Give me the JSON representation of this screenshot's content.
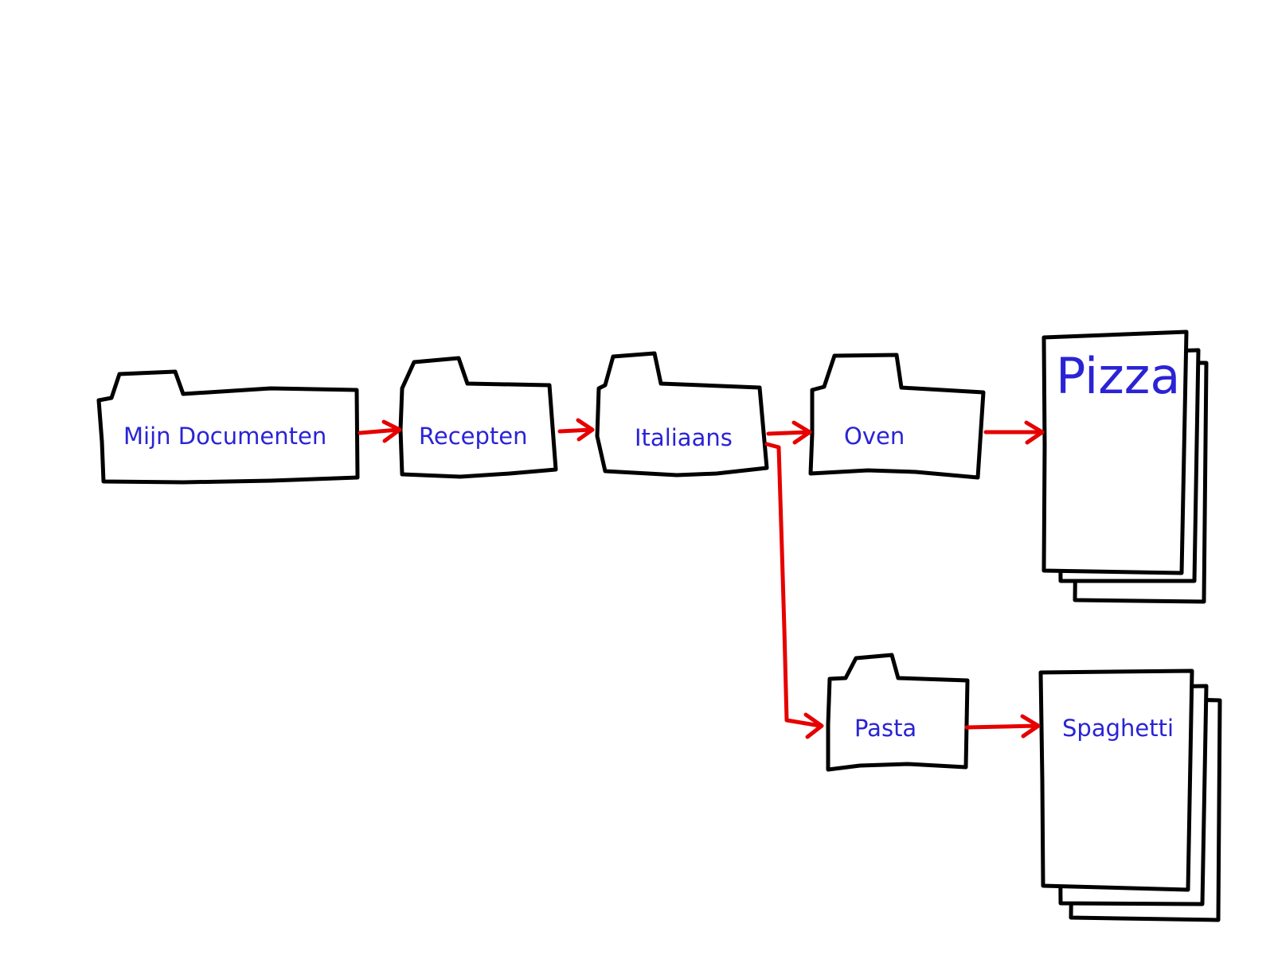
{
  "diagram": {
    "folders": {
      "mijn_documenten": "Mijn Documenten",
      "recepten": "Recepten",
      "italiaans": "Italiaans",
      "oven": "Oven",
      "pasta": "Pasta"
    },
    "documents": {
      "pizza": "Pizza",
      "spaghetti": "Spaghetti"
    }
  },
  "colors": {
    "label_text": "#2a23d6",
    "arrow": "#e60000",
    "outline": "#000000",
    "background": "#ffffff"
  }
}
